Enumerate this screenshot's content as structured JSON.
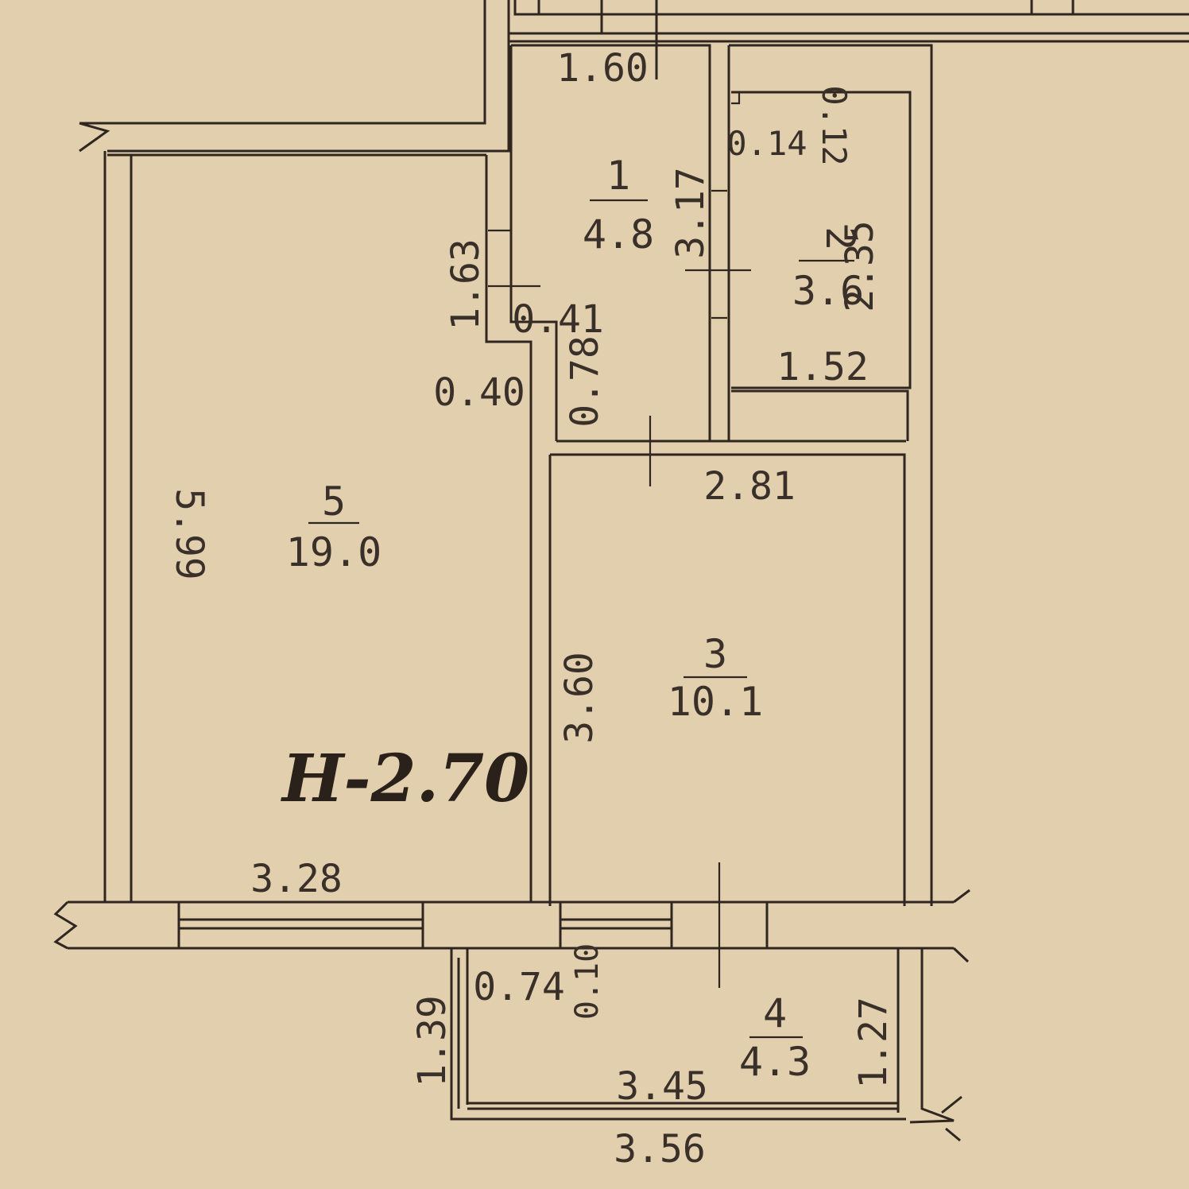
{
  "rooms": [
    {
      "number": "1",
      "area": "4.8"
    },
    {
      "number": "2",
      "area": "3.6"
    },
    {
      "number": "3",
      "area": "10.1"
    },
    {
      "number": "4",
      "area": "4.3"
    },
    {
      "number": "5",
      "area": "19.0"
    }
  ],
  "ceiling_height": "H-2.70",
  "dimensions": {
    "d_1_60": "1.60",
    "d_3_17": "3.17",
    "d_0_14": "0.14",
    "d_0_12": "0.12",
    "d_2_35": "2.35",
    "d_1_52": "1.52",
    "d_1_63": "1.63",
    "d_0_41": "0.41",
    "d_0_78": "0.78",
    "d_0_40": "0.40",
    "d_2_81": "2.81",
    "d_5_99": "5.99",
    "d_3_60": "3.60",
    "d_3_28": "3.28",
    "d_0_74": "0.74",
    "d_0_10": "0.10",
    "d_1_39": "1.39",
    "d_1_27": "1.27",
    "d_3_45": "3.45",
    "d_3_56": "3.56"
  }
}
